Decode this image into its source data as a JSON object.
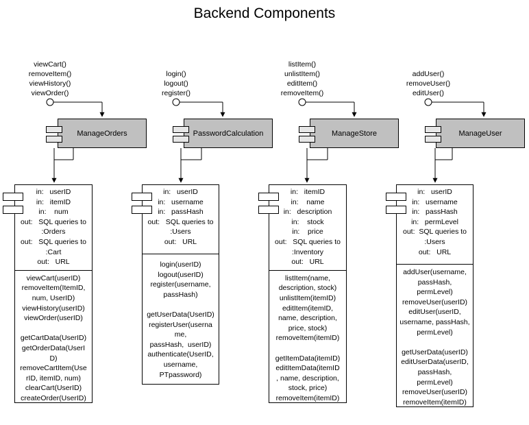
{
  "title": "Backend Components",
  "components": [
    {
      "name": "ManageOrders",
      "interface": [
        "viewCart()",
        "removeItem()",
        "viewHistory()",
        "viewOrder()"
      ],
      "attributes": [
        "in:   userID",
        "in:   itemID",
        "in:    num",
        "out:   SQL queries to",
        ":Orders",
        "out:   SQL queries to",
        ":Cart",
        "out:   URL"
      ],
      "operations": [
        "viewCart(userID)",
        "removeItem(ItemID,",
        "num, UserID)",
        "viewHistory(userID)",
        "viewOrder(userID)",
        "",
        "getCartData(UserID)",
        "getOrderData(UserI",
        "D)",
        "removeCartItem(Use",
        "rID, itemID, num)",
        "clearCart(UserID)",
        "createOrder(UserID)"
      ]
    },
    {
      "name": "PasswordCalculation",
      "interface": [
        "login()",
        "logout()",
        "register()"
      ],
      "attributes": [
        "in:   userID",
        "in:   username",
        "in:   passHash",
        "out:   SQL queries to",
        ":Users",
        "out:   URL"
      ],
      "operations": [
        "login(userID)",
        "logout(userID)",
        "register(username,",
        "passHash)",
        "",
        "getUserData(UserID)",
        "registerUser(userna",
        "me,",
        "passHash,  userID)",
        "authenticate(UserID,",
        "username,",
        "PTpassword)"
      ]
    },
    {
      "name": "ManageStore",
      "interface": [
        "listItem()",
        "unlistItem()",
        "editItem()",
        "removeItem()"
      ],
      "attributes": [
        "in:   itemID",
        "in:    name",
        "in:   description",
        "in:    stock",
        "in:    price",
        "out:   SQL queries to",
        ":Inventory",
        "out:   URL"
      ],
      "operations": [
        "listItem(name,",
        "description, stock)",
        "unlistItem(itemID)",
        "editItem(itemID,",
        "name, description,",
        "price, stock)",
        "removeItem(itemID)",
        "",
        "getItemData(itemID)",
        "editItemData(itemID",
        ", name, description,",
        "stock, price)",
        "removeItem(itemID)"
      ]
    },
    {
      "name": "ManageUser",
      "interface": [
        "addUser()",
        "removeUser()",
        "editUser()"
      ],
      "attributes": [
        "in:   userID",
        "in:   username",
        "in:   passHash",
        "in:   permLevel",
        "out:  SQL queries to",
        ":Users",
        "out:   URL"
      ],
      "operations": [
        "addUser(username,",
        "passHash,",
        "permLevel)",
        "removeUser(userID)",
        "editUser(userID,",
        "username, passHash,",
        "permLevel)",
        "",
        "getUserData(userID)",
        "editUserData(userID,",
        "passHash,",
        "permLevel)",
        "removeUser(userID)",
        "removeItem(itemID)"
      ]
    }
  ]
}
